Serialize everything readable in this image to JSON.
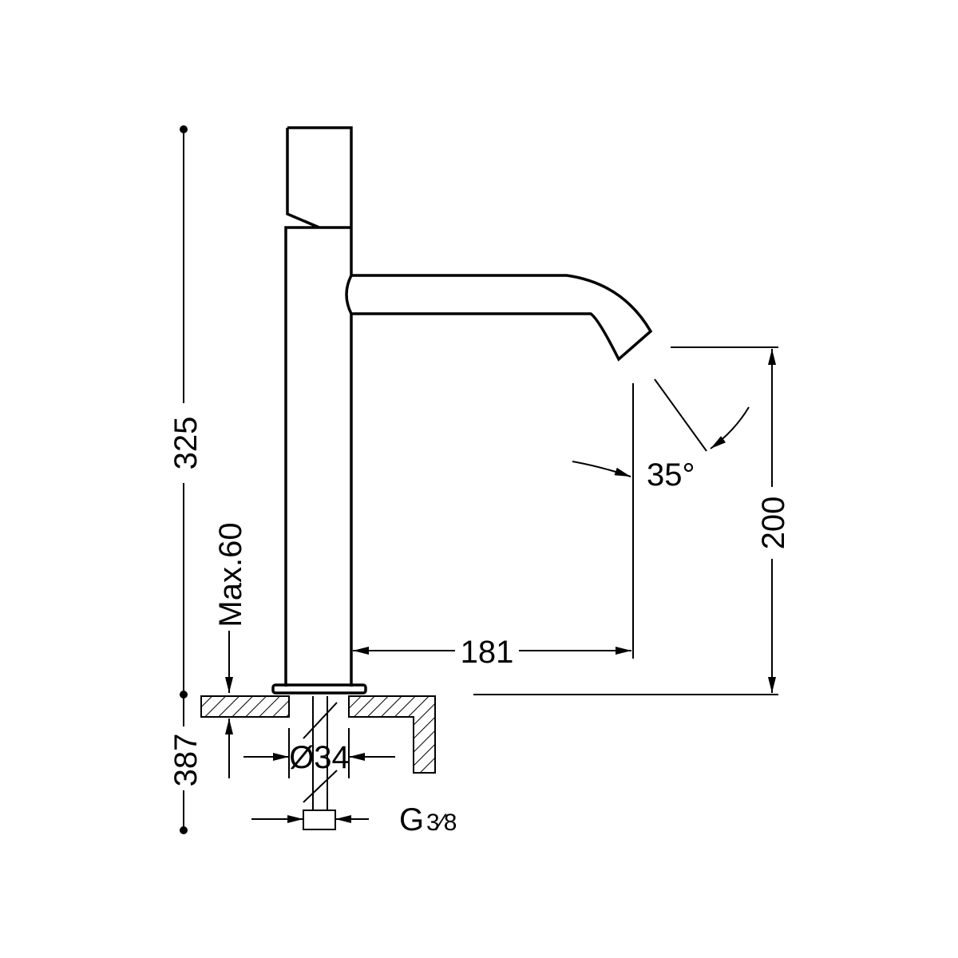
{
  "drawing": {
    "dimensions": {
      "total_height": "325",
      "total_length": "387",
      "max_counter_thickness": "Max.60",
      "hole_diameter": "Ø34",
      "connection_thread_letter": "G",
      "connection_thread_fraction": "3⁄8",
      "spout_reach": "181",
      "spout_height": "200",
      "spout_angle": "35°"
    },
    "colors": {
      "line": "#000000",
      "background": "#ffffff"
    }
  }
}
